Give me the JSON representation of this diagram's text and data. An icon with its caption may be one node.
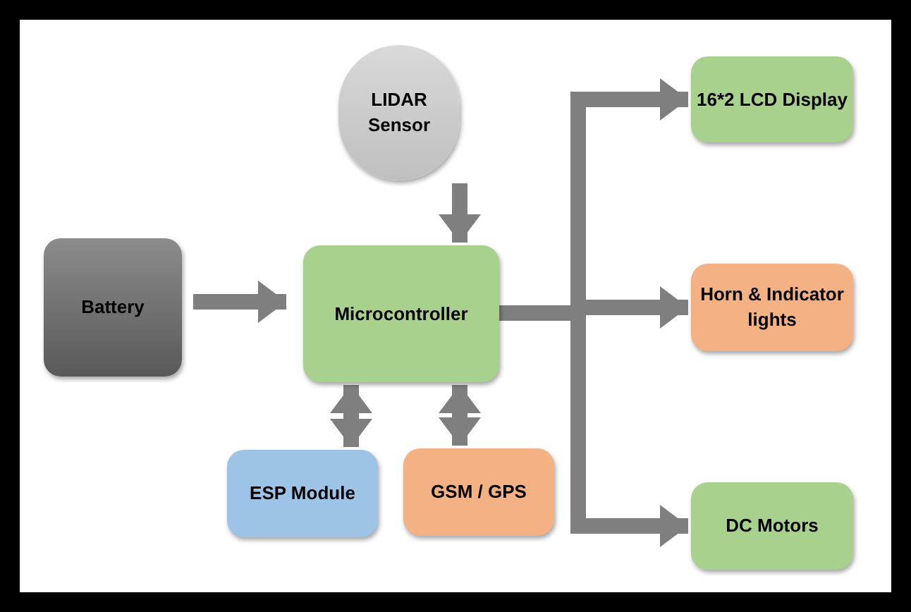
{
  "diagram": {
    "nodes": [
      {
        "text": [
          "LIDAR Sensor"
        ]
      },
      {
        "text": [
          "Battery"
        ]
      },
      {
        "text": [
          "Microcontroller"
        ]
      },
      {
        "text": [
          "ESP Module"
        ]
      },
      {
        "text": [
          "GSM / GPS"
        ]
      },
      {
        "text": [
          "16*2 LCD Display"
        ]
      },
      {
        "text": [
          "Horn & Indicator lights"
        ]
      },
      {
        "text": [
          "DC Motors"
        ]
      }
    ],
    "edges": [
      {
        "from": 0,
        "to": 2,
        "arrow": "to"
      },
      {
        "from": 1,
        "to": 2,
        "arrow": "to"
      },
      {
        "from": 2,
        "to": 3,
        "arrow": "both"
      },
      {
        "from": 2,
        "to": 4,
        "arrow": "both"
      },
      {
        "from": 2,
        "to": 5,
        "arrow": "to"
      },
      {
        "from": 2,
        "to": 6,
        "arrow": "to"
      },
      {
        "from": 2,
        "to": 7,
        "arrow": "to"
      }
    ]
  }
}
